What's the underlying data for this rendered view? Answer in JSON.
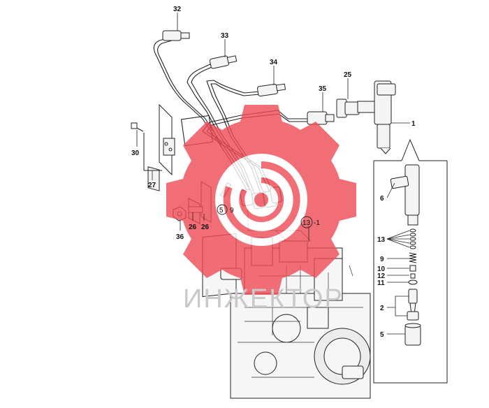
{
  "watermark": {
    "text": "ИНЖЕКТОР",
    "color": "#f04b55"
  },
  "callouts": {
    "c32": "32",
    "c33": "33",
    "c34": "34",
    "c35": "35",
    "c25": "25",
    "c1": "1",
    "c30": "30",
    "c27": "27",
    "c5": "5",
    "c9a": "9",
    "c36": "36",
    "c26a": "26",
    "c26b": "26",
    "c13ref": "13",
    "c13suffix": "-1",
    "c6": "6",
    "c13": "13",
    "c9b": "9",
    "c10": "10",
    "c12": "12",
    "c11": "11",
    "c2": "2",
    "c5b": "5"
  }
}
